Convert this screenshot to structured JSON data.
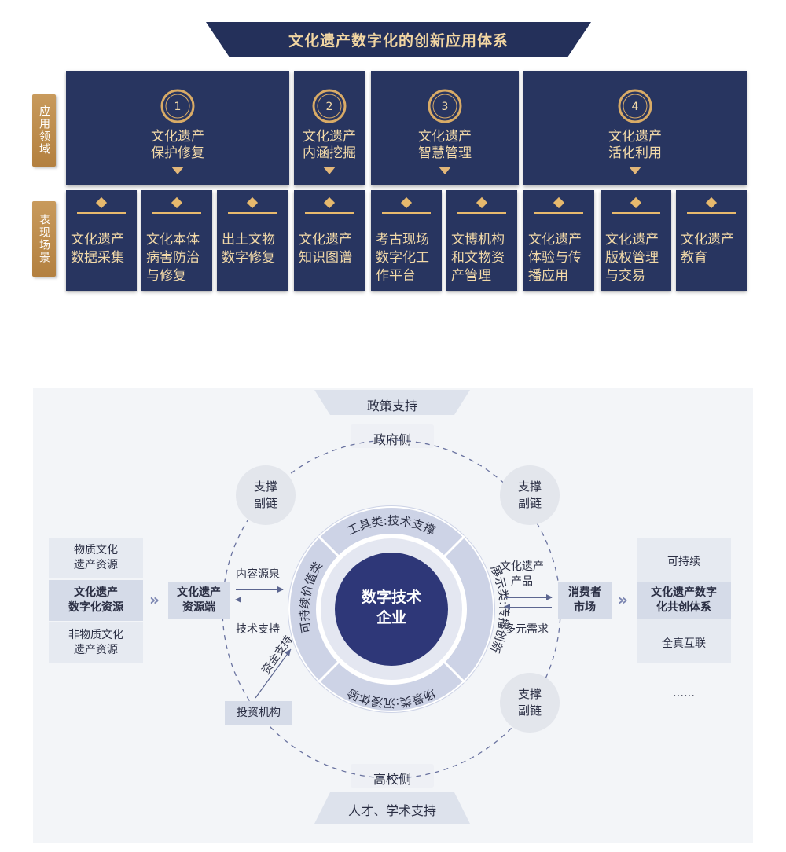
{
  "top": {
    "title": "文化遗产数字化的创新应用体系",
    "side_tags": {
      "domain": "应用领域",
      "scene": "表现场景"
    },
    "domains": [
      {
        "num": "1",
        "lines": [
          "文化遗产",
          "保护修复"
        ]
      },
      {
        "num": "2",
        "lines": [
          "文化遗产",
          "内涵挖掘"
        ]
      },
      {
        "num": "3",
        "lines": [
          "文化遗产",
          "智慧管理"
        ]
      },
      {
        "num": "4",
        "lines": [
          "文化遗产",
          "活化利用"
        ]
      }
    ],
    "scenes": [
      {
        "lines": [
          "文化遗产",
          "数据采集"
        ]
      },
      {
        "lines": [
          "文化本体",
          "病害防治",
          "与修复"
        ]
      },
      {
        "lines": [
          "出土文物",
          "数字修复"
        ]
      },
      {
        "lines": [
          "文化遗产",
          "知识图谱"
        ]
      },
      {
        "lines": [
          "考古现场",
          "数字化工",
          "作平台"
        ]
      },
      {
        "lines": [
          "文博机构",
          "和文物资",
          "产管理"
        ]
      },
      {
        "lines": [
          "文化遗产",
          "体验与传",
          "播应用"
        ]
      },
      {
        "lines": [
          "文化遗产",
          "版权管理",
          "与交易"
        ]
      },
      {
        "lines": [
          "文化遗产",
          "教育"
        ]
      }
    ],
    "colors": {
      "navy": "#283560",
      "gold": "#e7b96d",
      "text": "#f2d9a8",
      "tag": "#c89a5c"
    }
  },
  "bottom": {
    "policy": "政策支持",
    "government": "政府侧",
    "university": "高校侧",
    "talent": "人才、学术支持",
    "center": [
      "数字技术",
      "企业"
    ],
    "ring": {
      "top": "工具类:技术支撑",
      "right": "展示类:传播创新",
      "bottom": "场景类:沉浸体验",
      "left": "可持续价值类"
    },
    "support_chain": [
      "支撑",
      "副链"
    ],
    "left_resources": [
      [
        "物质文化",
        "遗产资源"
      ],
      [
        "文化遗产",
        "数字化资源"
      ],
      [
        "非物质文化",
        "遗产资源"
      ]
    ],
    "resource_end": [
      "文化遗产",
      "资源端"
    ],
    "content_source": "内容源泉",
    "tech_support": "技术支持",
    "capital_support": "资金支持",
    "investor": "投资机构",
    "product": [
      "文化遗产",
      "产品"
    ],
    "demand": "多元需求",
    "consumer": [
      "消费者",
      "市场"
    ],
    "right_outcomes": [
      "可持续",
      [
        "文化遗产数字",
        "化共创体系"
      ],
      "全真互联",
      "……"
    ],
    "colors": {
      "center": "#2e3778",
      "ring": "#c9cfe3",
      "panel": "#f3f5f8"
    }
  }
}
